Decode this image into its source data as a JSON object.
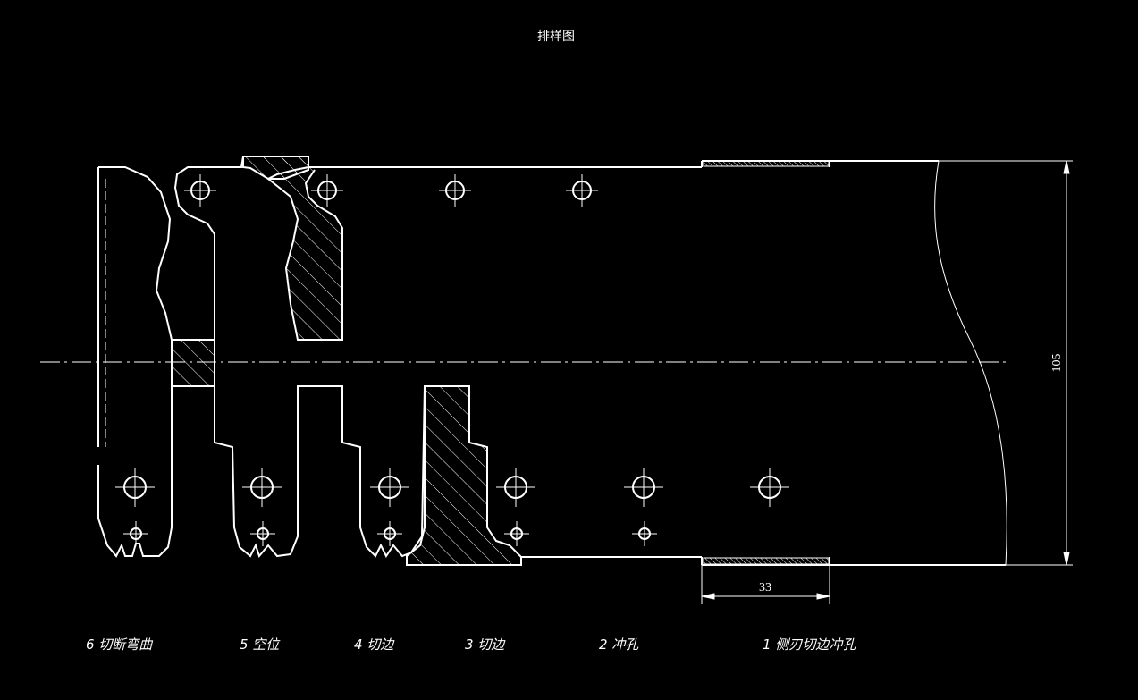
{
  "title": "排样图",
  "dimensions": {
    "width_value": "33",
    "height_value": "105"
  },
  "stations": [
    {
      "label": "6 切断弯曲"
    },
    {
      "label": "5 空位"
    },
    {
      "label": "4 切边"
    },
    {
      "label": "3 切边"
    },
    {
      "label": "2 冲孔"
    },
    {
      "label": "1 侧刃切边冲孔"
    }
  ],
  "colors": {
    "background": "#000000",
    "line": "#ffffff"
  }
}
